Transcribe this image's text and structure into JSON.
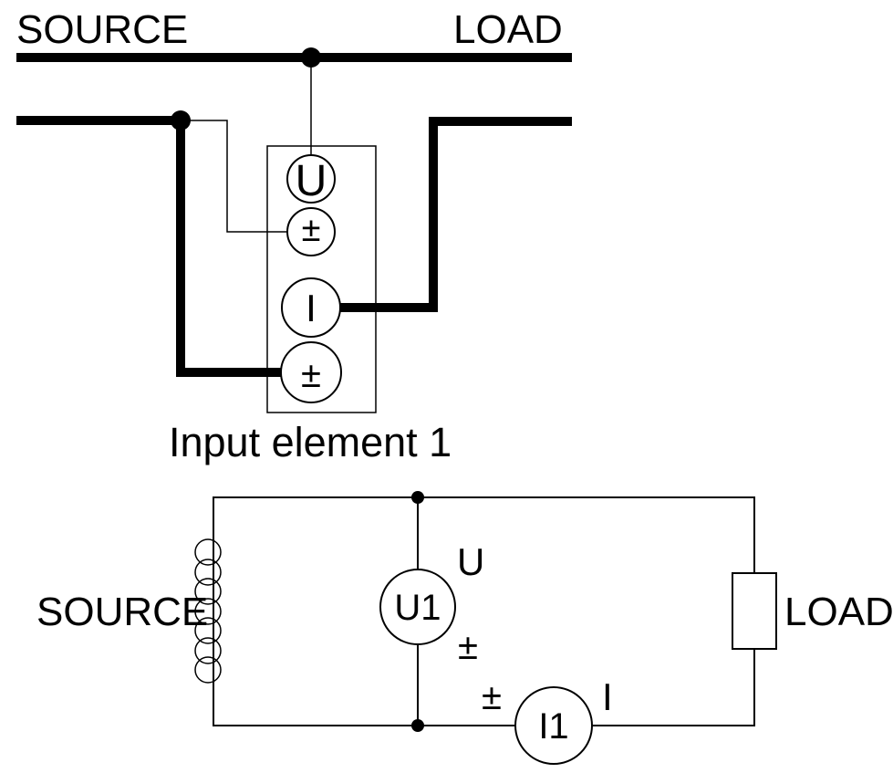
{
  "figure": {
    "background_color": "#ffffff",
    "ink_color": "#000000"
  },
  "wiring_diagram": {
    "source_label": "SOURCE",
    "load_label": "LOAD",
    "caption": "Input element 1",
    "terminals": [
      {
        "label": "U"
      },
      {
        "label": "±"
      },
      {
        "label": "I"
      },
      {
        "label": "±"
      }
    ]
  },
  "schematic": {
    "source_label": "SOURCE",
    "load_label": "LOAD",
    "voltmeter_label": "U1",
    "ammeter_label": "I1",
    "voltage_terminal_label": "U",
    "voltage_polarity_label": "±",
    "current_polarity_label": "±",
    "current_terminal_label": "I"
  }
}
